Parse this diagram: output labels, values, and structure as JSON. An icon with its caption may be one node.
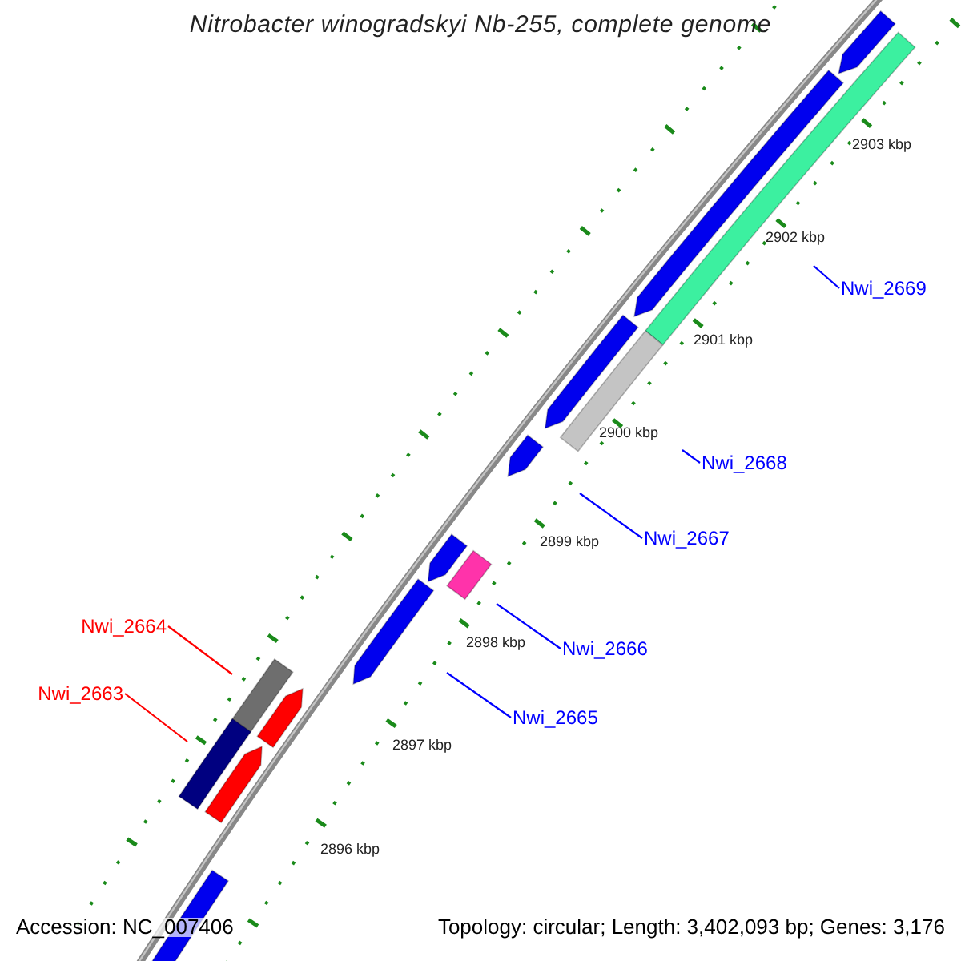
{
  "diagram": {
    "title": "Nitrobacter winogradskyi Nb-255, complete genome",
    "nodes": [
      {
        "text": [
          "Nwi_2669"
        ]
      },
      {
        "text": [
          "Nwi_2668"
        ]
      },
      {
        "text": [
          "Nwi_2667"
        ]
      },
      {
        "text": [
          "Nwi_2664"
        ]
      },
      {
        "text": [
          "Nwi_2666"
        ]
      },
      {
        "text": [
          "Nwi_2663"
        ]
      },
      {
        "text": [
          "Nwi_2665"
        ]
      }
    ],
    "edges": [
      {
        "from": 0,
        "to": null,
        "arrow": "none"
      },
      {
        "from": 1,
        "to": null,
        "arrow": "none"
      },
      {
        "from": 2,
        "to": null,
        "arrow": "none"
      },
      {
        "from": 3,
        "to": null,
        "arrow": "none",
        "color": "#ff0000"
      },
      {
        "from": 4,
        "to": null,
        "arrow": "none"
      },
      {
        "from": 5,
        "to": null,
        "arrow": "none",
        "color": "#ff0000"
      },
      {
        "from": 6,
        "to": null,
        "arrow": "none"
      }
    ],
    "labels": [
      "2903 kbp",
      "2902 kbp",
      "2901 kbp",
      "2900 kbp",
      "2899 kbp",
      "2898 kbp",
      "2897 kbp",
      "2896 kbp",
      "Accession: NC_007406",
      "Topology: circular; Length: 3,402,093 bp; Genes: 3,176"
    ]
  }
}
